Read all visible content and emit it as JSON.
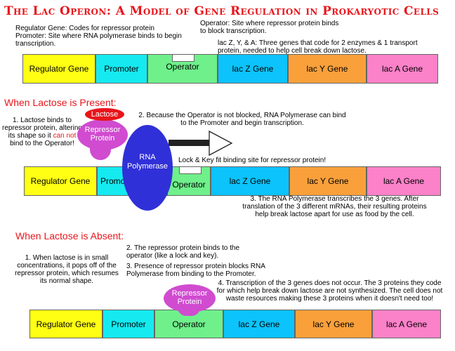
{
  "title": "The Lac Operon: A Model of Gene Regulation in Prokaryotic Cells",
  "intro": {
    "regulator_gene": "Regulator Gene: Codes for repressor protein",
    "promoter": "Promoter: Site where RNA polymerase binds to begin transcription.",
    "operator": "Operator: Site where repressor protein binds to block transcription.",
    "lac_genes": "lac Z, Y, & A: Three genes that code for 2 enzymes & 1 transport protein, needed to help cell break down lactose."
  },
  "genes": {
    "regulator": "Regulator Gene",
    "promoter": "Promoter",
    "promoter_partial": "Promo",
    "operator": "Operator",
    "lac_z": "lac Z Gene",
    "lac_y": "lac Y Gene",
    "lac_a": "lac A Gene",
    "lac_z_short": "lac Z Gene",
    "lac_y_short": "lac Y Gene",
    "lac_a_short": "lac A Gene"
  },
  "present": {
    "heading": "When Lactose is Present:",
    "step1_a": "1. Lactose binds to repressor protein, altering its shape so it",
    "step1_red": "can not",
    "step1_b": "bind to the Operator!",
    "step2": "2. Because the Operator is not blocked, RNA Polymerase can bind to the Promoter and begin transcription.",
    "lock_key": "Lock & Key fit binding site for repressor protein!",
    "step3": "3. The RNA Polymerase transcribes the 3 genes. After translation of the 3 different mRNAs, their resulting proteins help break lactose apart for use as food by the cell.",
    "lactose": "Lactose",
    "repressor": "Repressor Protein",
    "rna_polymerase": "RNA Polymerase"
  },
  "absent": {
    "heading": "When Lactose is Absent:",
    "step1": "1. When lactose is in small concentrations, it pops off of the repressor protein, which resumes its normal shape.",
    "step2": "2. The repressor protein binds to the operator (like a lock and key).",
    "step3": "3. Presence of repressor protein blocks RNA Polymerase from binding to the Promoter.",
    "step4": "4. Transcription of the 3 genes does not occur. The 3 proteins they code for which help break down lactose are not synthesized. The cell does not waste resources making these 3 proteins when it doesn't need too!",
    "repressor": "Repressor Protein"
  },
  "colors": {
    "title": "#e8151b",
    "regulator": "#ffff14",
    "promoter": "#15eaf0",
    "operator": "#6ff08b",
    "lac_z": "#0cc3fb",
    "lac_y": "#f9a03b",
    "lac_a": "#fb81c9",
    "repressor": "#d04bd0",
    "lactose": "#e8151b",
    "rna_polymerase": "#3030d8"
  }
}
